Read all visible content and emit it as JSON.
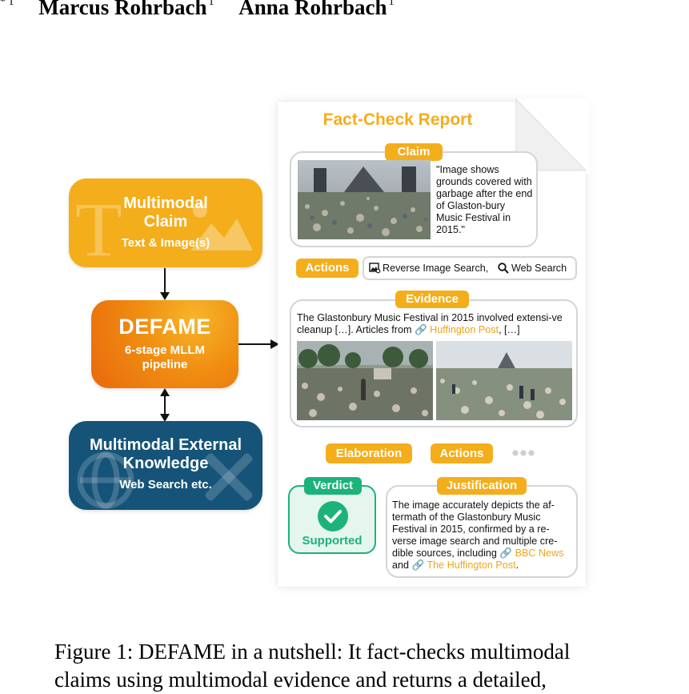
{
  "authors": {
    "lead_sup": "* 1",
    "list": [
      {
        "name": "Marcus Rohrbach",
        "sup": "1"
      },
      {
        "name": "Anna Rohrbach",
        "sup": "1"
      }
    ]
  },
  "pipeline": {
    "claim_box": {
      "title": "Multimodal Claim",
      "subtitle": "Text & Image(s)"
    },
    "defame_box": {
      "title": "DEFAME",
      "subtitle": "6-stage MLLM pipeline"
    },
    "knowledge_box": {
      "title": "Multimodal External Knowledge",
      "subtitle": "Web Search etc."
    }
  },
  "report": {
    "title": "Fact-Check Report",
    "claim": {
      "tag": "Claim",
      "text": "\"Image shows grounds covered with garbage after the end of Glaston-bury Music Festival in 2015.\""
    },
    "actions": {
      "tag": "Actions",
      "reverse_image_search": "Reverse Image Search,",
      "web_search": "Web Search"
    },
    "evidence": {
      "tag": "Evidence",
      "text_before": "The Glastonbury Music Festival in 2015 involved extensi-ve cleanup […]. Articles from",
      "link": "Huffington Post",
      "text_after": ", […]"
    },
    "elaboration_tag": "Elaboration",
    "actions_tag_2": "Actions",
    "verdict": {
      "tag": "Verdict",
      "label": "Supported"
    },
    "justification": {
      "tag": "Justification",
      "text": "The image accurately depicts the af-termath of the Glastonbury Music Festival in 2015, confirmed by a re-verse image search and multiple cre-dible sources, including",
      "link1": "BBC News",
      "and": "and",
      "link2": "The Huffington Post",
      "end": "."
    }
  },
  "caption": {
    "line1": "Figure 1: DEFAME in a nutshell: It fact-checks multimodal",
    "line2": "claims using multimodal evidence and returns a detailed,"
  },
  "colors": {
    "orange": "#f4ad1b",
    "deep_orange": "#e8690d",
    "navy": "#155478",
    "green": "#1bb37a"
  }
}
